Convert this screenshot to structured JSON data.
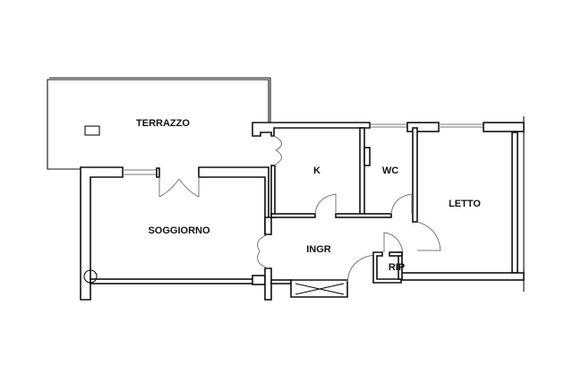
{
  "title": "Floor plan",
  "rooms": {
    "terrazzo": "TERRAZZO",
    "soggiorno": "SOGGIORNO",
    "kitchen": "K",
    "wc": "WC",
    "letto": "LETTO",
    "ingresso": "INGR",
    "ripostiglio": "RIP"
  },
  "colors": {
    "wall": "#111111",
    "background": "#ffffff"
  }
}
